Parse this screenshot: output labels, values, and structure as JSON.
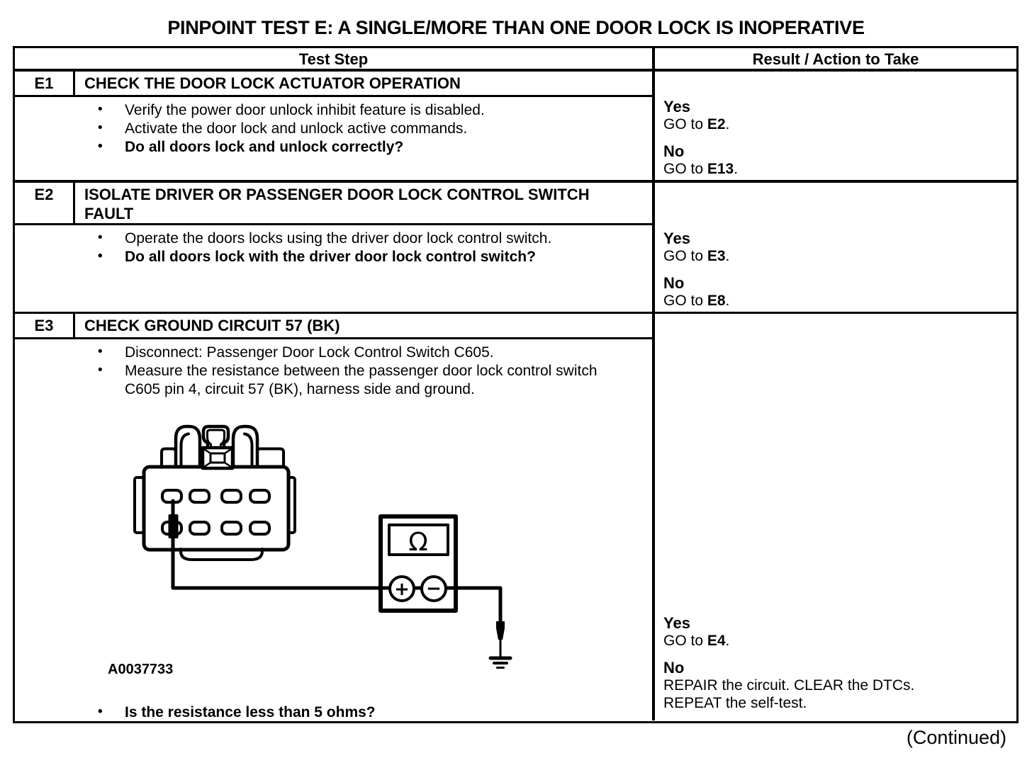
{
  "page": {
    "title": "PINPOINT TEST E: A SINGLE/MORE THAN ONE DOOR LOCK IS INOPERATIVE",
    "continued": "(Continued)",
    "bullet_char": "•"
  },
  "table": {
    "headers": {
      "test_step": "Test Step",
      "result": "Result / Action to Take"
    },
    "steps": [
      {
        "id": "E1",
        "title": "CHECK THE DOOR LOCK ACTUATOR OPERATION",
        "bullets": [
          {
            "text": "Verify the power door unlock inhibit feature is disabled.",
            "bold": false
          },
          {
            "text": "Activate the door lock and unlock active commands.",
            "bold": false
          },
          {
            "text": "Do all doors lock and unlock correctly?",
            "bold": true
          }
        ],
        "result": {
          "yes": {
            "label": "Yes",
            "pre": "GO to ",
            "ref": "E2",
            "post": "."
          },
          "no": {
            "label": "No",
            "pre": "GO to ",
            "ref": "E13",
            "post": "."
          }
        }
      },
      {
        "id": "E2",
        "title": "ISOLATE DRIVER OR PASSENGER DOOR LOCK CONTROL SWITCH FAULT",
        "bullets": [
          {
            "text": "Operate the doors locks using the driver door lock control switch.",
            "bold": false
          },
          {
            "text": "Do all doors lock with the driver door lock control switch?",
            "bold": true
          }
        ],
        "result": {
          "yes": {
            "label": "Yes",
            "pre": "GO to ",
            "ref": "E3",
            "post": "."
          },
          "no": {
            "label": "No",
            "pre": "GO to ",
            "ref": "E8",
            "post": "."
          }
        }
      },
      {
        "id": "E3",
        "title": "CHECK GROUND CIRCUIT 57 (BK)",
        "bullets": [
          {
            "text": "Disconnect: Passenger Door Lock Control Switch C605.",
            "bold": false
          },
          {
            "text": "Measure the resistance between the passenger door lock control switch C605 pin 4, circuit 57 (BK), harness side and ground.",
            "bold": false
          }
        ],
        "final_bullet": "Is the resistance less than 5 ohms?",
        "figure": {
          "label": "A0037733",
          "meter_symbol": "Ω",
          "plus_symbol": "+",
          "minus_symbol": "−"
        },
        "result": {
          "yes": {
            "label": "Yes",
            "pre": "GO to ",
            "ref": "E4",
            "post": "."
          },
          "no": {
            "label": "No",
            "lines": [
              "REPAIR the circuit. CLEAR the DTCs.",
              "REPEAT the self-test."
            ]
          }
        }
      }
    ]
  }
}
